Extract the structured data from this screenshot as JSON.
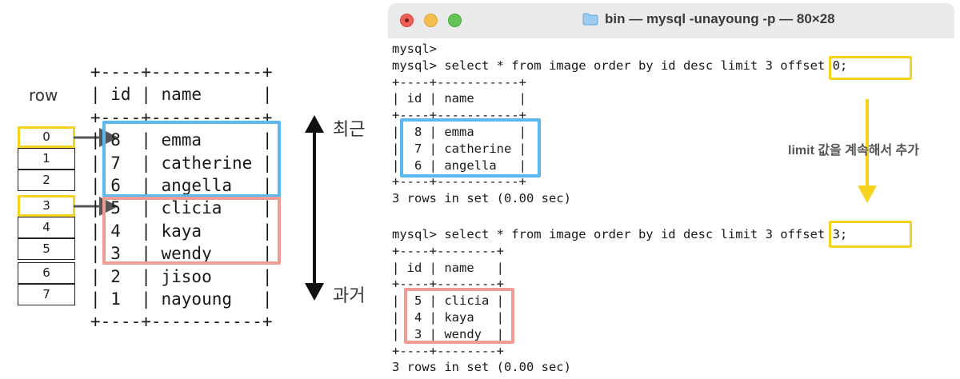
{
  "left_diagram": {
    "row_label": "row",
    "row_indices": [
      "0",
      "1",
      "2",
      "3",
      "4",
      "5",
      "6",
      "7"
    ],
    "highlighted_rows": [
      "0",
      "3"
    ],
    "table_ascii": "+----+-----------+\n| id | name      |\n+----+-----------+\n| 8  | emma      |\n| 7  | catherine |\n| 6  | angella   |\n| 5  | clicia    |\n| 4  | kaya      |\n| 3  | wendy     |\n| 2  | jisoo     |\n| 1  | nayoung   |\n+----+-----------+",
    "axis_recent_label": "최근",
    "axis_past_label": "과거"
  },
  "terminal": {
    "title": "bin — mysql -unayoung -p — 80×28",
    "block1": "mysql>\nmysql> select * from image order by id desc limit 3 offset 0;\n+----+-----------+\n| id | name      |\n+----+-----------+\n|  8 | emma      |\n|  7 | catherine |\n|  6 | angella   |\n+----+-----------+\n3 rows in set (0.00 sec)",
    "block2": "mysql> select * from image order by id desc limit 3 offset 3;\n+----+--------+\n| id | name   |\n+----+--------+\n|  5 | clicia |\n|  4 | kaya   |\n|  3 | wendy  |\n+----+--------+\n3 rows in set (0.00 sec)",
    "annotation": "limit 값을 계속해서 추가"
  },
  "colors": {
    "blue_frame": "#5cb8f0",
    "red_frame": "#ef9c95",
    "yellow_highlight": "#f5d31f"
  }
}
